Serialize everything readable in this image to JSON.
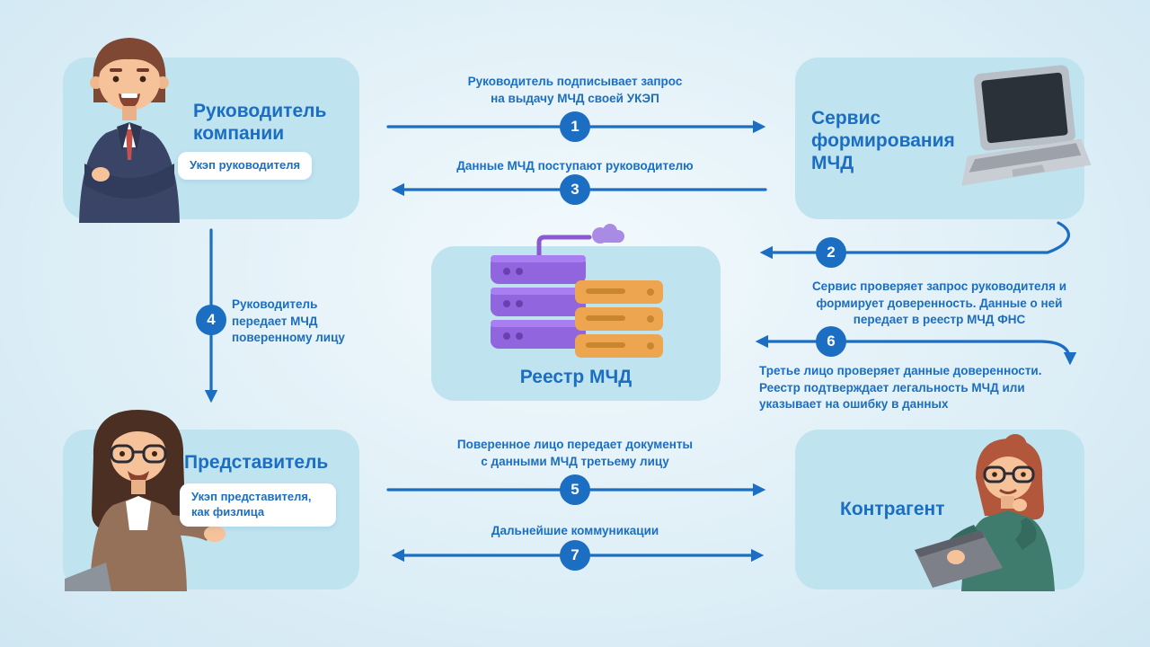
{
  "diagram": {
    "cards": {
      "director": {
        "title": "Руководитель компании",
        "badge": "Укэп руководителя"
      },
      "service": {
        "title": "Сервис формирования МЧД"
      },
      "registry": {
        "title": "Реестр МЧД"
      },
      "representative": {
        "title": "Представитель",
        "badge": "Укэп представителя, как физлица"
      },
      "counterparty": {
        "title": "Контрагент"
      }
    },
    "steps": [
      {
        "num": "1",
        "label": "Руководитель подписывает запрос на выдачу МЧД своей УКЭП"
      },
      {
        "num": "2",
        "label": "Сервис проверяет запрос руководителя и формирует доверенность. Данные о ней передает в реестр МЧД ФНС"
      },
      {
        "num": "3",
        "label": "Данные МЧД поступают руководителю"
      },
      {
        "num": "4",
        "label": "Руководитель передает МЧД поверенному лицу"
      },
      {
        "num": "5",
        "label": "Поверенное лицо передает документы с данными МЧД третьему лицу"
      },
      {
        "num": "6",
        "label": "Третье лицо проверяет данные доверенности. Реестр подтверждает легальность МЧД или указывает на ошибку в данных"
      },
      {
        "num": "7",
        "label": "Дальнейшие коммуникации"
      }
    ],
    "icons": {
      "cloud": "cloud-icon",
      "servers": "database-servers-icon",
      "laptop": "laptop-icon"
    },
    "colors": {
      "accent": "#1b6ec2",
      "card_bg": "#bfe3ef",
      "badge_bg": "#ffffff",
      "server_purple": "#9165dd",
      "server_orange": "#eda54f"
    }
  }
}
